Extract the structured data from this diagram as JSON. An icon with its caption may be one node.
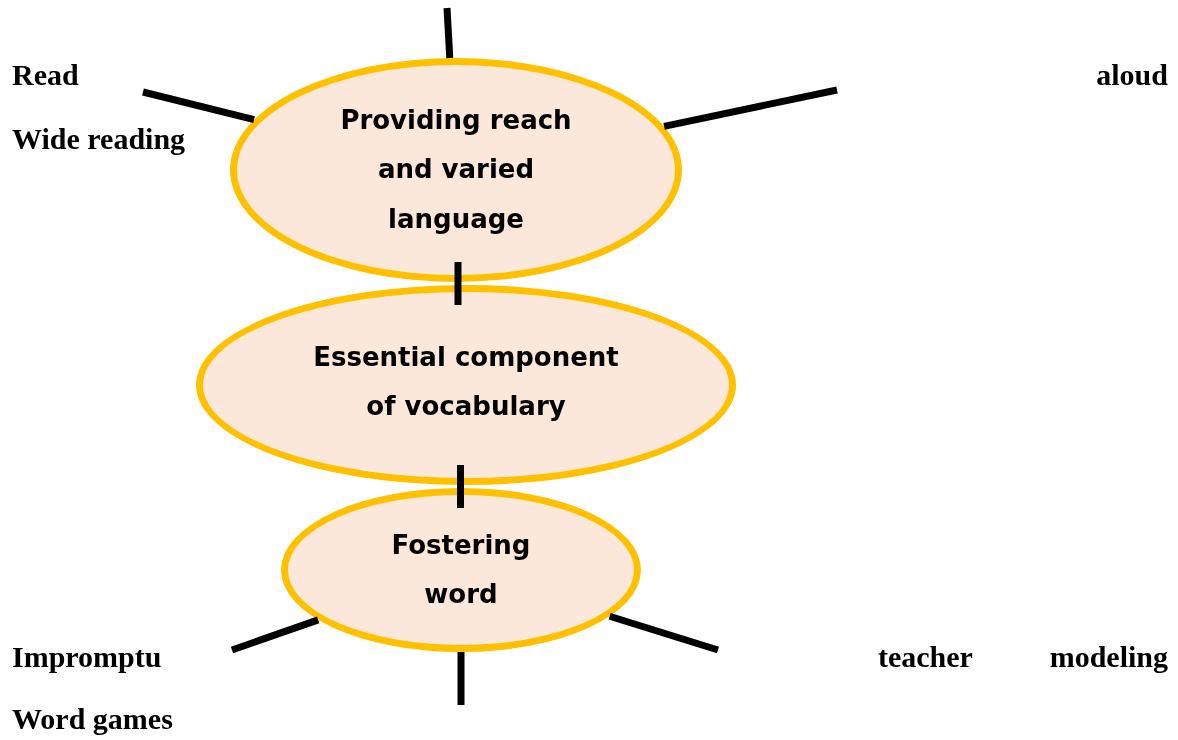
{
  "diagram": {
    "nodes": [
      {
        "text": [
          "Providing reach and varied language"
        ]
      },
      {
        "text": [
          "Essential component of vocabulary"
        ]
      },
      {
        "text": [
          "Fostering word"
        ]
      }
    ],
    "edges": [
      {
        "from": 0,
        "to": null,
        "arrow": "none"
      },
      {
        "from": 0,
        "to": null,
        "arrow": "none"
      },
      {
        "from": 0,
        "to": null,
        "arrow": "none"
      },
      {
        "from": 0,
        "to": 1,
        "arrow": "none"
      },
      {
        "from": 1,
        "to": 2,
        "arrow": "none"
      },
      {
        "from": 2,
        "to": null,
        "arrow": "none"
      },
      {
        "from": 2,
        "to": null,
        "arrow": "none"
      },
      {
        "from": 2,
        "to": null,
        "arrow": "none"
      }
    ],
    "labels": [
      "Read",
      "aloud",
      "Wide reading",
      "Impromptu",
      "teacher",
      "modeling",
      "Word games"
    ]
  }
}
